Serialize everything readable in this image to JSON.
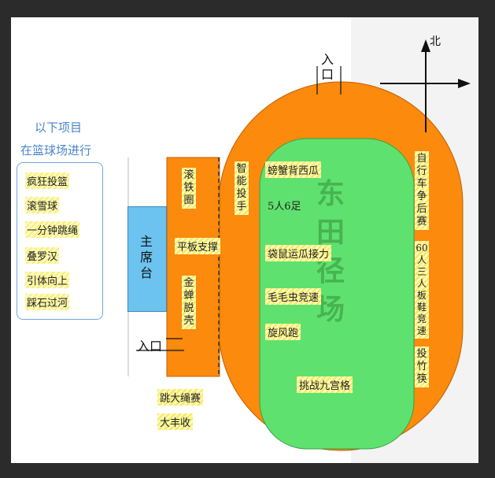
{
  "note": {
    "line1": "以下项目",
    "line2": "在篮球场进行"
  },
  "basketball_events": [
    "疯狂投篮",
    "滚雪球",
    "一分钟跳绳",
    "叠罗汉",
    "引体向上",
    "踩石过河"
  ],
  "grandstand_label": "主席台",
  "entrances": {
    "top": "入口",
    "left": "入口"
  },
  "north_label": "北",
  "field_title": "东田径场",
  "west_strip_events": {
    "iron_ring": "滚铁圈",
    "plank": "平板支撑",
    "cicada": "金蝉脱壳"
  },
  "west_lane_event": "智能投手",
  "field_events": [
    "螃蟹背西瓜",
    "5人6足",
    "袋鼠运瓜接力",
    "毛毛虫竞速",
    "旋风跑"
  ],
  "bottom_field_event": "挑战九宫格",
  "east_lane_events": [
    "自行车争后赛",
    "60人三人板鞋竞速",
    "投竹筷"
  ],
  "outside_events": [
    "跳大绳赛",
    "大丰收"
  ],
  "colors": {
    "track": "#fb8a0d",
    "field": "#5fe16f",
    "grandstand": "#6cc3ef",
    "note_blue": "#4a86c8"
  }
}
